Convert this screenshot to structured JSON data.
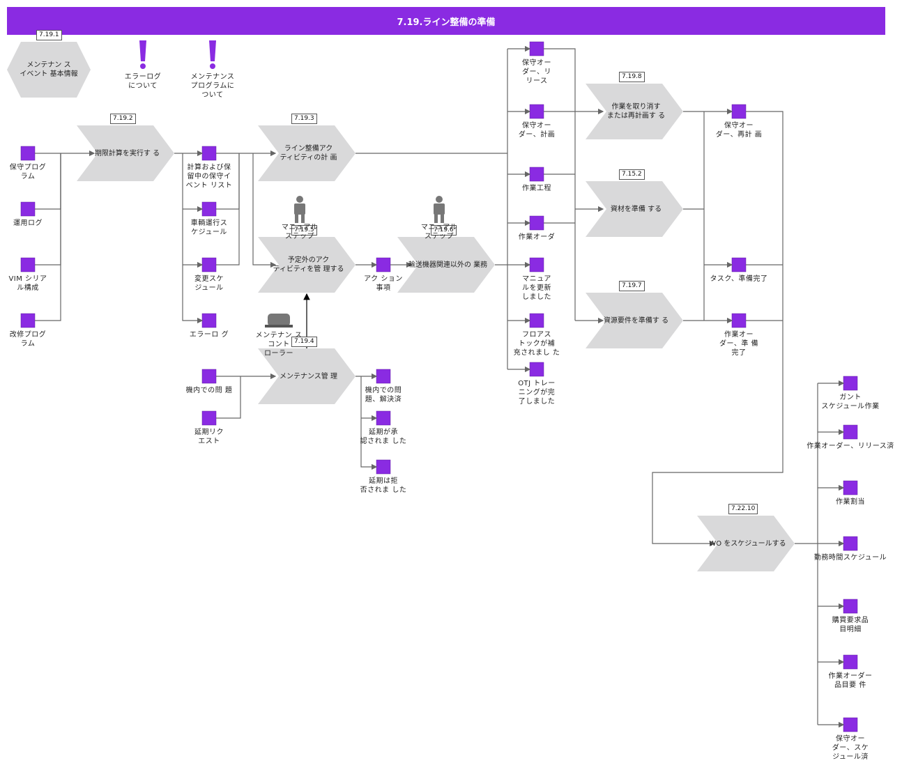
{
  "title": "7.19.ライン整備の準備",
  "colors": {
    "banner": "#8a2be2",
    "artifact": "#8a2be2",
    "process": "#d9d9da",
    "line": "#666666",
    "note": "#8a2be2",
    "actor": "#777777"
  },
  "start_event": {
    "ref": "7.19.1",
    "label": "メンテナン ス\nイベント 基本情報"
  },
  "notes": [
    {
      "label": "エラーログ\nについて",
      "icon": "exclamation-icon"
    },
    {
      "label": "メンテナンス\nプログラムに\nついて",
      "icon": "exclamation-icon"
    }
  ],
  "processes": {
    "p1": {
      "ref": "7.19.2",
      "label": "期限計算を実行す る"
    },
    "p2": {
      "ref": "7.19.3",
      "label": "ライン整備アク\nティビティの計 画"
    },
    "p3": {
      "ref": "7.19.5",
      "label": "予定外のアク\nティビティを管 理する"
    },
    "p4": {
      "ref": "7.19.6",
      "label": "輸送機器関連以外の 業務"
    },
    "p5": {
      "ref": "7.19.4",
      "label": "メンテナンス管 理"
    },
    "p6": {
      "ref": "7.19.8",
      "label": "作業を取り消す\nまたは再計画す る"
    },
    "p7": {
      "ref": "7.15.2",
      "label": "資材を準備 する"
    },
    "p8": {
      "ref": "7.19.7",
      "label": "資源要件を準備す る"
    },
    "p9": {
      "ref": "7.22.10",
      "label": "WO をスケジュールする"
    }
  },
  "actors": [
    {
      "label": "マニュアル\nステップ"
    },
    {
      "label": "マニュアル\nステップ"
    }
  ],
  "controller": {
    "label": "メンテナン ス\nコント\nローラー"
  },
  "artifacts": {
    "a_maint_program": "保守プログ\nラム",
    "a_ops_log": "運用ログ",
    "a_vim": "VIM シリア\nル構成",
    "a_mod_program": "改修プログ\nラム",
    "a_calc_list": "計算および保\n留中の保守イ\nベント リスト",
    "a_fleet_schedule": "車輌運行ス\nケジュール",
    "a_change_schedule": "変更スケ\nジュール",
    "a_error_log": "エラーロ グ",
    "a_onboard_issue": "機内での問 題",
    "a_deferral_request": "延期リク\nエスト",
    "a_action_item": "アク ション\n事項",
    "a_onboard_resolved": "機内での問\n題、解決済",
    "a_deferral_approved": "延期が承\n認されま した",
    "a_deferral_rejected": "延期は拒\n否されま した",
    "a_mo_release": "保守オー\nダー、リ\nリース",
    "a_mo_plan": "保守オー\nダー、計画",
    "a_work_process": "作業工程",
    "a_work_order": "作業オーダ",
    "a_manual_updated": "マニュア\nルを更新\nしました",
    "a_float_stock": "フロアス\nトックが補\n充されまし た",
    "a_otj_training": "OTJ トレー\nニングが完\n了しました",
    "a_mo_replan": "保守オー\nダー、再計 画",
    "a_task_ready": "タスク、準備完了",
    "a_wo_ready": "作業オー\nダー、準 備\n完了",
    "a_gantt": "ガント\nスケジュール作業",
    "a_wo_released": "作業オーダー、リリース済",
    "a_work_alloc": "作業割当",
    "a_shift_schedule": "勤務時間スケジュール",
    "a_purchase_req": "購買要求品\n目明細",
    "a_wo_item_req": "作業オーダー\n品目要 件",
    "a_mo_scheduled": "保守オー\nダー、スケ\nジュール済"
  }
}
